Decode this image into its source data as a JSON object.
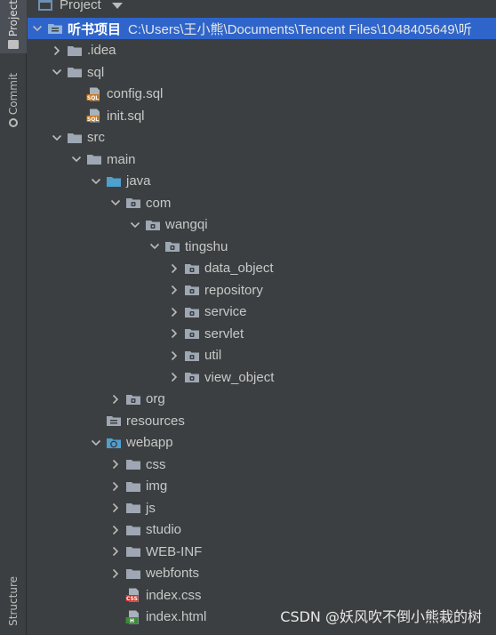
{
  "toolwindow": {
    "project_tab": "Project",
    "commit_tab": "Commit",
    "structure_tab": "Structure"
  },
  "header": {
    "title": "Project"
  },
  "tree": [
    {
      "label": "听书项目",
      "path": "C:\\Users\\王小熊\\Documents\\Tencent Files\\1048405649\\听",
      "level": 0,
      "expanded": true,
      "icon": "module-folder-icon",
      "selected": true
    },
    {
      "label": ".idea",
      "level": 1,
      "expanded": false,
      "icon": "folder-icon"
    },
    {
      "label": "sql",
      "level": 1,
      "expanded": true,
      "icon": "folder-icon"
    },
    {
      "label": "config.sql",
      "level": 2,
      "leaf": true,
      "icon": "sql-file-icon"
    },
    {
      "label": "init.sql",
      "level": 2,
      "leaf": true,
      "icon": "sql-file-icon"
    },
    {
      "label": "src",
      "level": 1,
      "expanded": true,
      "icon": "folder-icon"
    },
    {
      "label": "main",
      "level": 2,
      "expanded": true,
      "icon": "folder-icon"
    },
    {
      "label": "java",
      "level": 3,
      "expanded": true,
      "icon": "source-folder-icon"
    },
    {
      "label": "com",
      "level": 4,
      "expanded": true,
      "icon": "package-icon"
    },
    {
      "label": "wangqi",
      "level": 5,
      "expanded": true,
      "icon": "package-icon"
    },
    {
      "label": "tingshu",
      "level": 6,
      "expanded": true,
      "icon": "package-icon"
    },
    {
      "label": "data_object",
      "level": 7,
      "expanded": false,
      "icon": "package-icon"
    },
    {
      "label": "repository",
      "level": 7,
      "expanded": false,
      "icon": "package-icon"
    },
    {
      "label": "service",
      "level": 7,
      "expanded": false,
      "icon": "package-icon"
    },
    {
      "label": "servlet",
      "level": 7,
      "expanded": false,
      "icon": "package-icon"
    },
    {
      "label": "util",
      "level": 7,
      "expanded": false,
      "icon": "package-icon"
    },
    {
      "label": "view_object",
      "level": 7,
      "expanded": false,
      "icon": "package-icon"
    },
    {
      "label": "org",
      "level": 4,
      "expanded": false,
      "icon": "package-icon"
    },
    {
      "label": "resources",
      "level": 3,
      "leaf": true,
      "icon": "resources-folder-icon"
    },
    {
      "label": "webapp",
      "level": 3,
      "expanded": true,
      "icon": "web-folder-icon"
    },
    {
      "label": "css",
      "level": 4,
      "expanded": false,
      "icon": "folder-icon"
    },
    {
      "label": "img",
      "level": 4,
      "expanded": false,
      "icon": "folder-icon"
    },
    {
      "label": "js",
      "level": 4,
      "expanded": false,
      "icon": "folder-icon"
    },
    {
      "label": "studio",
      "level": 4,
      "expanded": false,
      "icon": "folder-icon"
    },
    {
      "label": "WEB-INF",
      "level": 4,
      "expanded": false,
      "icon": "folder-icon"
    },
    {
      "label": "webfonts",
      "level": 4,
      "expanded": false,
      "icon": "folder-icon"
    },
    {
      "label": "index.css",
      "level": 4,
      "leaf": true,
      "icon": "css-file-icon"
    },
    {
      "label": "index.html",
      "level": 4,
      "leaf": true,
      "icon": "html-file-icon"
    }
  ],
  "watermark": "CSDN @妖风吹不倒小熊栽的树",
  "colors": {
    "background": "#3c3f41",
    "selection": "#2f65ca",
    "folder": "#9ea7b3",
    "source_folder": "#4f9fcf",
    "sql_badge": "#c9781e",
    "css_badge": "#c8362f",
    "html_badge": "#3c8a3c"
  }
}
